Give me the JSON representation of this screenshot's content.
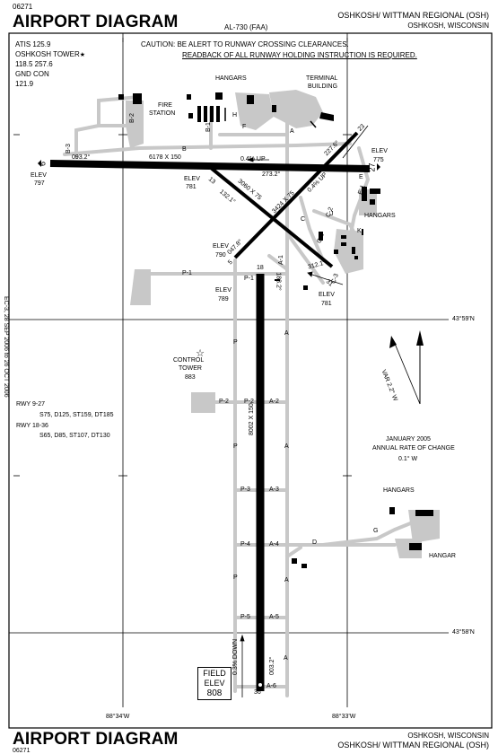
{
  "header": {
    "doc_number": "06271",
    "title": "AIRPORT DIAGRAM",
    "procedure_id": "AL-730 (FAA)",
    "airport": "OSHKOSH/ WITTMAN REGIONAL (OSH)",
    "city": "OSHKOSH, WISCONSIN"
  },
  "footer": {
    "doc_number": "06271",
    "title": "AIRPORT DIAGRAM",
    "city": "OSHKOSH, WISCONSIN",
    "airport": "OSHKOSH/ WITTMAN REGIONAL (OSH)"
  },
  "side_text": "EC-3, 28 SEP 2006 to 26 OCT 2006",
  "frequencies": [
    "ATIS 125.9",
    "OSHKOSH TOWER",
    "118.5  257.6",
    "GND CON",
    "121.9"
  ],
  "caution": {
    "line1": "CAUTION: BE ALERT TO RUNWAY CROSSING CLEARANCES.",
    "line2": "READBACK OF ALL RUNWAY HOLDING INSTRUCTION IS REQUIRED."
  },
  "facilities": {
    "hangars_top": "HANGARS",
    "terminal": [
      "TERMINAL",
      "BUILDING"
    ],
    "fire_station": [
      "FIRE",
      "STATION"
    ],
    "hangars_east": "HANGARS",
    "hangars_se": "HANGARS",
    "hangar_se": "HANGAR",
    "control_tower": [
      "CONTROL",
      "TOWER",
      "883"
    ]
  },
  "runways": {
    "rwy_9_27": {
      "ends": [
        "9",
        "27"
      ],
      "dims": "6178 X 150",
      "hdg_w": "093.2°",
      "hdg_e": "273.2°",
      "slope": "0.4% UP"
    },
    "rwy_13_31": {
      "ends": [
        "13",
        "31"
      ],
      "dims": "3060 X 75",
      "hdg_nw": "132.1°",
      "hdg_se": "312.1°"
    },
    "rwy_5_23": {
      "ends": [
        "5",
        "23"
      ],
      "dims": "3424 X 75",
      "hdg_sw": "047.8°",
      "hdg_ne": "227.6°",
      "slope": "0.4% UP"
    },
    "rwy_18_36": {
      "ends": [
        "18",
        "36"
      ],
      "dims": "8002 X 150",
      "hdg_n": "183.2°",
      "hdg_s": "003.2°",
      "slope": "0.3% DOWN"
    }
  },
  "elevations": {
    "rwy9": [
      "ELEV",
      "797"
    ],
    "rwy27": [
      "ELEV",
      "775"
    ],
    "rwy13": [
      "ELEV",
      "781"
    ],
    "rwy5": [
      "ELEV",
      "790"
    ],
    "rwy18": [
      "ELEV",
      "789"
    ],
    "rwy31": [
      "ELEV",
      "781"
    ],
    "field": [
      "FIELD",
      "ELEV",
      "808"
    ]
  },
  "rwy_strength": {
    "rwy_9_27": "RWY 9-27",
    "rwy_9_27_values": "S75, D125, ST159, DT185",
    "rwy_18_36": "RWY 18-36",
    "rwy_18_36_values": "S65, D85, ST107, DT130"
  },
  "taxiways": {
    "labels": [
      "A",
      "B",
      "C",
      "D",
      "E",
      "F",
      "G",
      "H",
      "J",
      "K",
      "P",
      "B-1",
      "B-2",
      "B-3",
      "C-1",
      "C-2",
      "C-3",
      "E-1",
      "P-1",
      "P-2",
      "P-3",
      "P-4",
      "P-5",
      "A-1",
      "A-2",
      "A-3",
      "A-4",
      "A-5",
      "A-6"
    ]
  },
  "magnetic": {
    "variation": "VAR 2.2° W",
    "date": "JANUARY 2005",
    "rate_label": "ANNUAL RATE OF CHANGE",
    "rate": "0.1° W"
  },
  "coordinates": {
    "lat_n": "43°59'N",
    "lat_s": "43°58'N",
    "lon_w": "88°34'W",
    "lon_e": "88°33'W"
  }
}
